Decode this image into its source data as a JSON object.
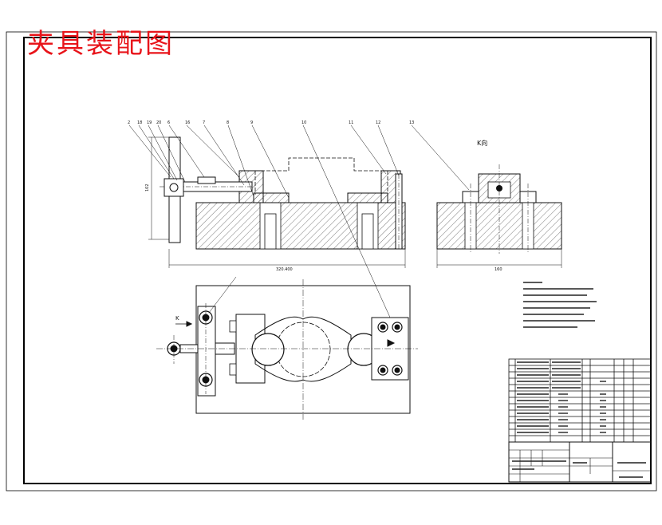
{
  "title": "夹具装配图",
  "view_label": "K向",
  "view_arrow_label": "K",
  "dimensions": {
    "height_left": "102",
    "width_main": "320.400",
    "width_side": "160"
  },
  "balloons": [
    "2",
    "18",
    "19",
    "20",
    "6",
    "16",
    "7",
    "8",
    "9",
    "10",
    "11",
    "12",
    "13"
  ],
  "colors": {
    "title": "#e8141a",
    "line": "#111111",
    "frame": "#000000"
  }
}
